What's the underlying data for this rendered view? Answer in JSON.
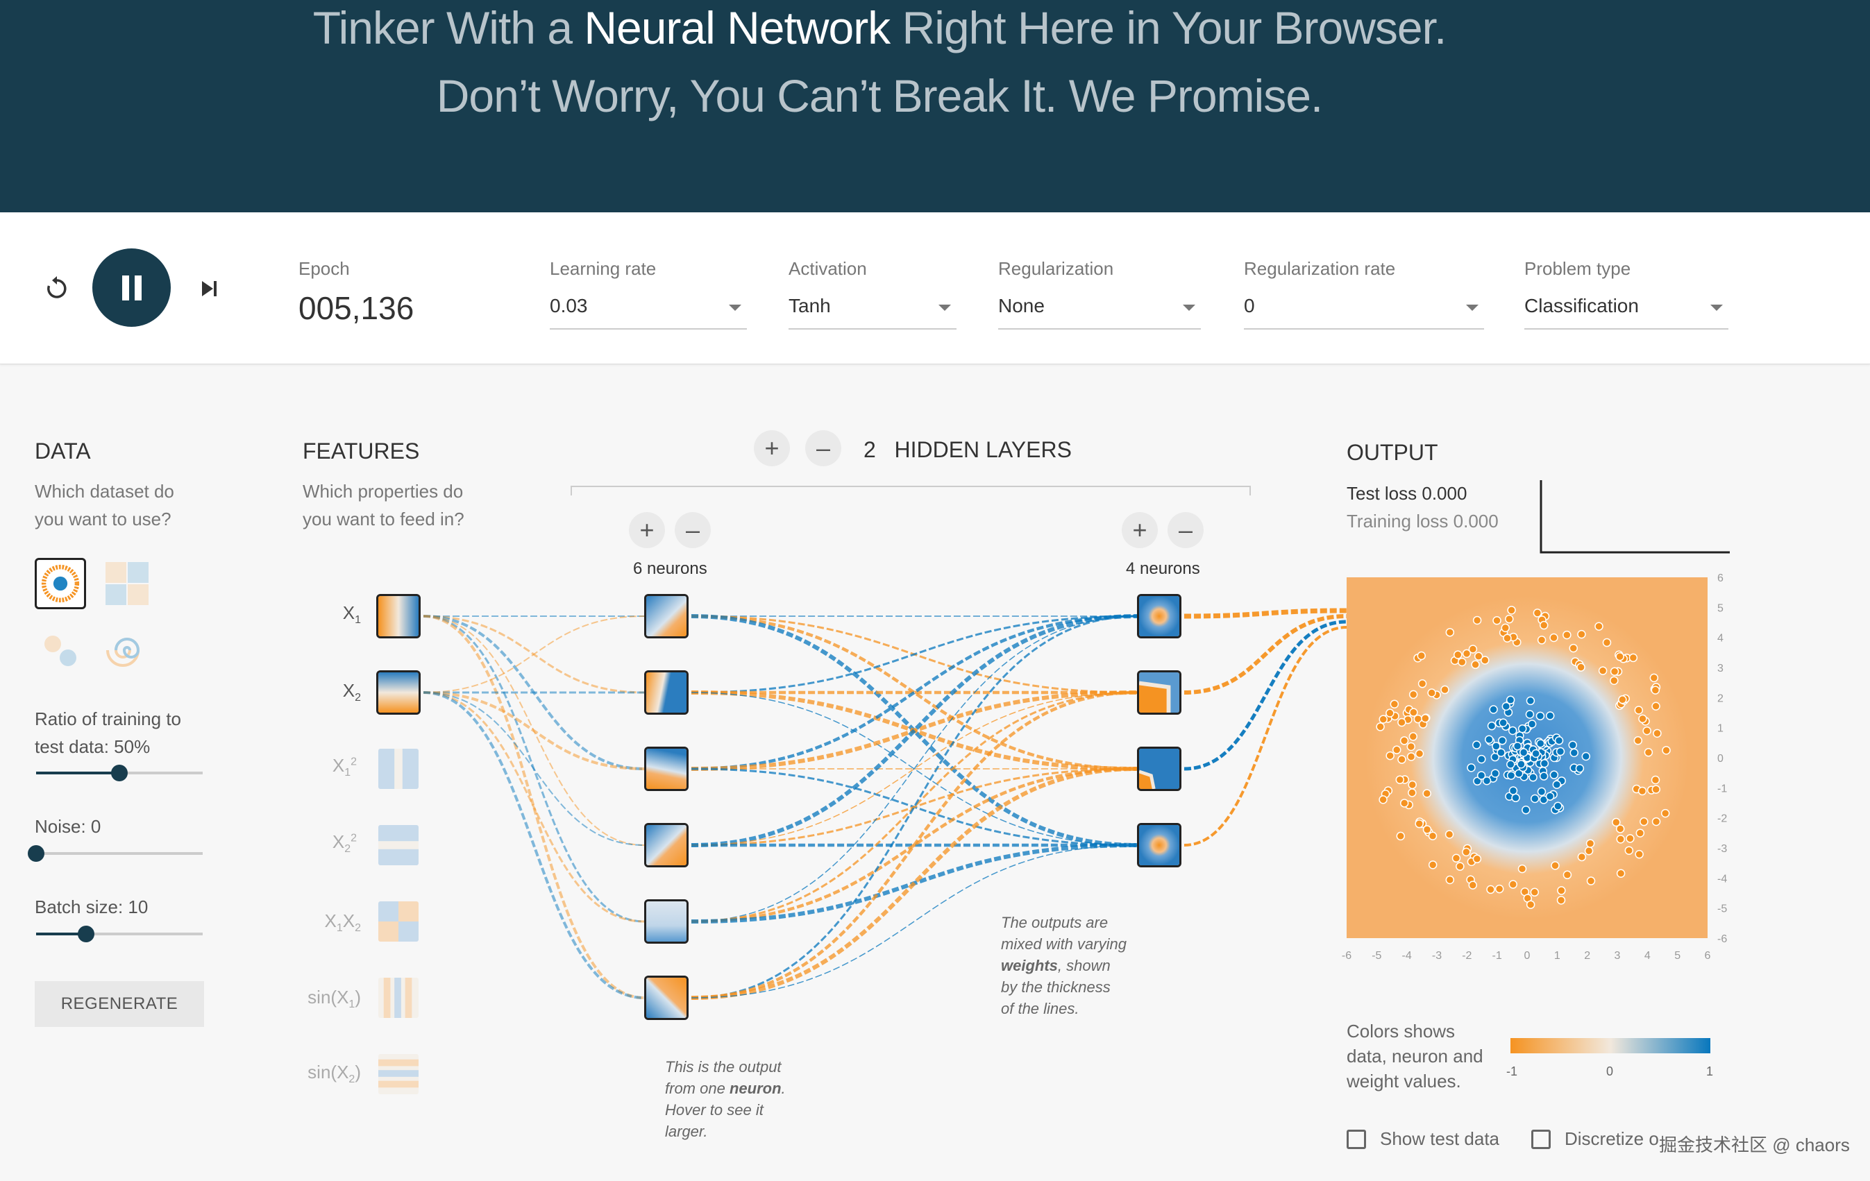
{
  "hero": {
    "line1_pre": "Tinker With a ",
    "line1_strong": "Neural Network",
    "line1_post": " Right Here in Your Browser.",
    "line2": "Don’t Worry, You Can’t Break It. We Promise."
  },
  "controls": {
    "epoch_label": "Epoch",
    "epoch_value": "005,136",
    "learning_rate_label": "Learning rate",
    "learning_rate_value": "0.03",
    "activation_label": "Activation",
    "activation_value": "Tanh",
    "regularization_label": "Regularization",
    "regularization_value": "None",
    "regularization_rate_label": "Regularization rate",
    "regularization_rate_value": "0",
    "problem_type_label": "Problem type",
    "problem_type_value": "Classification"
  },
  "data_panel": {
    "title": "DATA",
    "subtitle_l1": "Which dataset do",
    "subtitle_l2": "you want to use?",
    "ratio_label_l1": "Ratio of training to",
    "ratio_label_l2": "test data:  50%",
    "ratio_value": 0.5,
    "noise_label": "Noise:  0",
    "noise_value": 0.0,
    "batch_label": "Batch size:  10",
    "batch_value": 0.3,
    "regenerate_label": "REGENERATE"
  },
  "features_panel": {
    "title": "FEATURES",
    "subtitle_l1": "Which properties do",
    "subtitle_l2": "you want to feed in?",
    "features": [
      {
        "label": "X",
        "sub": "1",
        "sup": ""
      },
      {
        "label": "X",
        "sub": "2",
        "sup": ""
      },
      {
        "label": "X",
        "sub": "1",
        "sup": "2"
      },
      {
        "label": "X",
        "sub": "2",
        "sup": "2"
      },
      {
        "label": "X",
        "sub": "1",
        "label2": "X",
        "sub2": "2"
      },
      {
        "label": "sin(X",
        "sub": "1",
        "post": ")"
      },
      {
        "label": "sin(X",
        "sub": "2",
        "post": ")"
      }
    ]
  },
  "network": {
    "hidden_layers_count": "2",
    "hidden_layers_label": "HIDDEN LAYERS",
    "layer1_label": "6 neurons",
    "layer2_label": "4 neurons",
    "note_output_l1": "This is the output",
    "note_output_l2": "from one",
    "note_output_strong": "neuron",
    "note_output_l3": "Hover to see it",
    "note_output_l4": "larger.",
    "note_weights_l1": "The outputs are",
    "note_weights_l2": "mixed with varying",
    "note_weights_strong": "weights",
    "note_weights_l3": ", shown",
    "note_weights_l4": "by the thickness",
    "note_weights_l5": "of the lines."
  },
  "output_panel": {
    "title": "OUTPUT",
    "test_loss": "Test loss 0.000",
    "training_loss": "Training loss 0.000",
    "colors_l1": "Colors shows",
    "colors_l2": "data, neuron and",
    "colors_l3": "weight values.",
    "scale_min": "-1",
    "scale_mid": "0",
    "scale_max": "1",
    "show_test_label": "Show test data",
    "discretize_label": "Discretize o"
  },
  "chart_data": {
    "type": "scatter",
    "title": "",
    "xlabel": "",
    "ylabel": "",
    "xlim": [
      -6,
      6
    ],
    "ylim": [
      -6,
      6
    ],
    "x_ticks": [
      "-6",
      "-5",
      "-4",
      "-3",
      "-2",
      "-1",
      "0",
      "1",
      "2",
      "3",
      "4",
      "5",
      "6"
    ],
    "y_ticks": [
      "6",
      "5",
      "4",
      "3",
      "2",
      "1",
      "0",
      "-1",
      "-2",
      "-3",
      "-4",
      "-5",
      "-6"
    ],
    "series": [
      {
        "color": "#f59322",
        "description": "outer ring",
        "r_range": [
          3.5,
          5.0
        ]
      },
      {
        "color": "#0877bd",
        "description": "inner cluster",
        "r_range": [
          0,
          2.0
        ]
      }
    ]
  },
  "colors": {
    "orange": "#f59322",
    "blue": "#0877bd",
    "header": "#183d4e"
  },
  "watermark": "掘金技术社区 @ chaors"
}
